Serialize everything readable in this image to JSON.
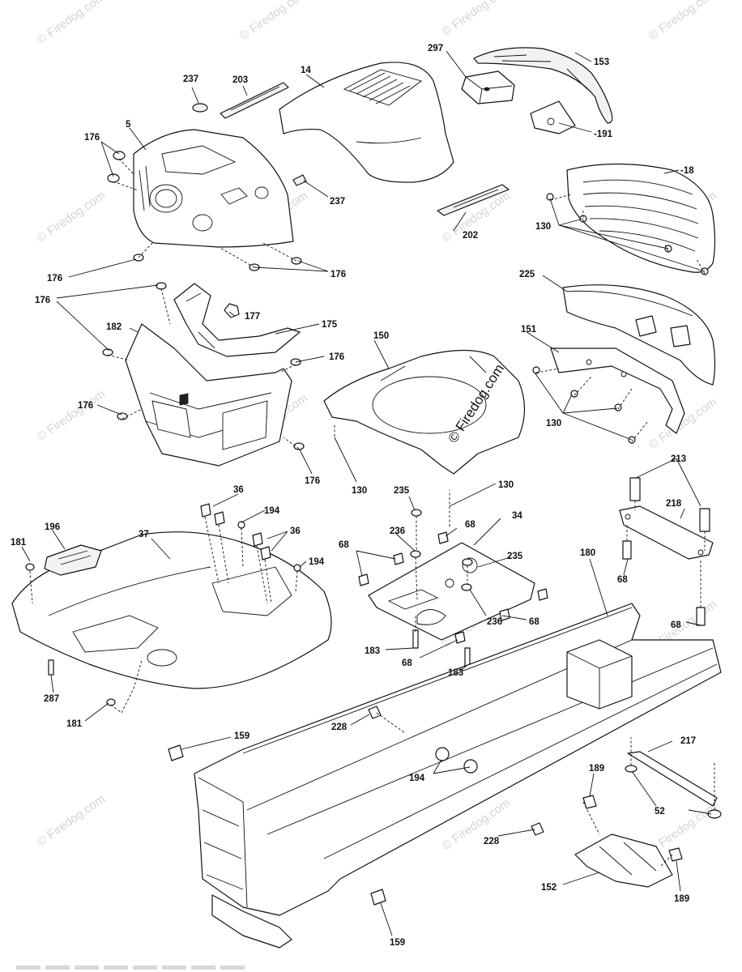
{
  "watermark": {
    "text": "© Firedog.com",
    "color": "#d4d4d4"
  },
  "center_watermark": {
    "text": "© Firedog.com"
  },
  "callouts": {
    "c237a": "237",
    "c203": "203",
    "c14": "14",
    "c297": "297",
    "c153": "153",
    "c5": "5",
    "c176a": "176",
    "c191": "-191",
    "c18": "-18",
    "c237b": "237",
    "c202": "202",
    "c130a": "130",
    "c176b": "176",
    "c176c": "176",
    "c225": "225",
    "c176d": "176",
    "c177": "177",
    "c182": "182",
    "c175": "175",
    "c150": "150",
    "c151": "151",
    "c176e": "176",
    "c176f": "176",
    "c130b": "130",
    "c176g": "176",
    "c130c": "130",
    "c130d": "130",
    "c36a": "36",
    "c235a": "235",
    "c213": "213",
    "c194a": "194",
    "c68a": "68",
    "c34": "34",
    "c218": "218",
    "c196": "196",
    "c36b": "36",
    "c236a": "236",
    "c181a": "181",
    "c37": "37",
    "c68b": "68",
    "c235b": "235",
    "c180": "180",
    "c194b": "194",
    "c68c": "68",
    "c68d": "68",
    "c236b": "236",
    "c68e": "68",
    "c183a": "183",
    "c68f": "68",
    "c183b": "183",
    "c287": "287",
    "c181b": "181",
    "c228a": "228",
    "c159a": "159",
    "c217": "217",
    "c194c": "194",
    "c189a": "189",
    "c52": "52",
    "c228b": "228",
    "c152": "152",
    "c189b": "189",
    "c159b": "159"
  }
}
